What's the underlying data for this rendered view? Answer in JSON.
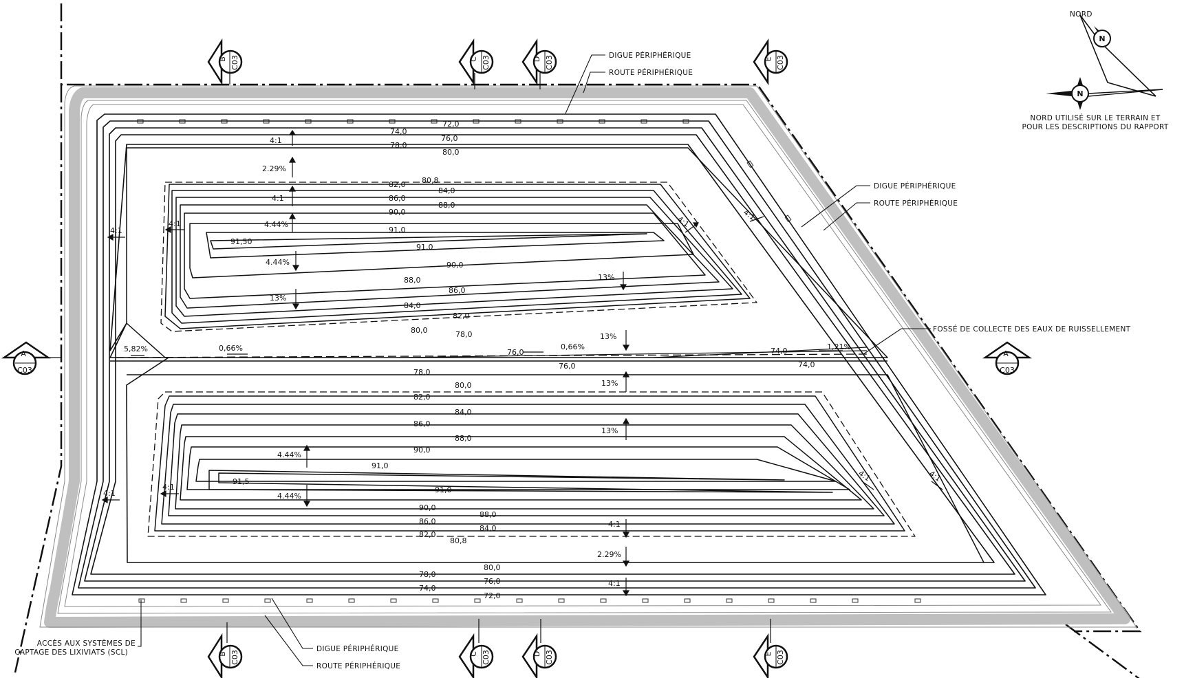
{
  "north": {
    "label": "NORD",
    "note_line1": "NORD UTILISÉ SUR LE TERRAIN ET",
    "note_line2": "POUR LES DESCRIPTIONS DU RAPPORT",
    "symbol_letter": "N"
  },
  "callouts": {
    "top_digue": "DIGUE PÉRIPHÉRIQUE",
    "top_route": "ROUTE PÉRIPHÉRIQUE",
    "right_digue": "DIGUE PÉRIPHÉRIQUE",
    "right_route": "ROUTE PÉRIPHÉRIQUE",
    "fosse": "FOSSÉ DE COLLECTE DES EAUX DE RUISSELLEMENT",
    "bottom_digue": "DIGUE PÉRIPHÉRIQUE",
    "bottom_route": "ROUTE PÉRIPHÉRIQUE",
    "acces_line1": "ACCÈS AUX SYSTÈMES DE",
    "acces_line2": "CAPTAGE DES LIXIVIATS (SCL)"
  },
  "section_markers": {
    "A": "A",
    "B": "B",
    "C": "C",
    "D": "D",
    "E": "E",
    "sheet": "C03"
  },
  "contours": {
    "c72": "72,0",
    "c74": "74,0",
    "c76": "76,0",
    "c78": "78,0",
    "c80": "80,0",
    "c808": "80,8",
    "c82": "82,0",
    "c84": "84,0",
    "c86": "86,0",
    "c88": "88,0",
    "c90": "90,0",
    "c91": "91,0",
    "c9150": "91,50",
    "c915": "91,5"
  },
  "slopes": {
    "ratio": "4:1",
    "s229": "2.29%",
    "s444": "4.44%",
    "s13": "13%",
    "s582": "5,82%",
    "s066": "0,66%",
    "s121": "1,21%"
  }
}
